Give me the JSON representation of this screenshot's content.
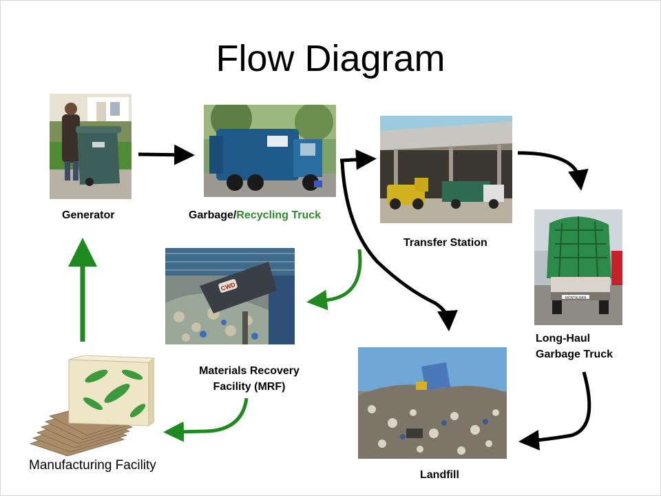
{
  "title": "Flow Diagram",
  "nodes": {
    "generator": "Generator",
    "truck_part1": "Garbage/",
    "truck_part2": "Recycling Truck",
    "transfer": "Transfer Station",
    "longhaul_line1": "Long-Haul",
    "longhaul_line2": "Garbage Truck",
    "mrf_line1": "Materials Recovery",
    "mrf_line2": "Facility (MRF)",
    "landfill": "Landfill",
    "manufacturing": "Manufacturing Facility"
  },
  "photo_text": {
    "mrf_bin": "CWD",
    "longhaul_plate": "MONTALBAN"
  },
  "colors": {
    "waste_arrow": "#000000",
    "recycle_arrow": "#1f8a1f",
    "recycle_label": "#2e8b2e"
  }
}
